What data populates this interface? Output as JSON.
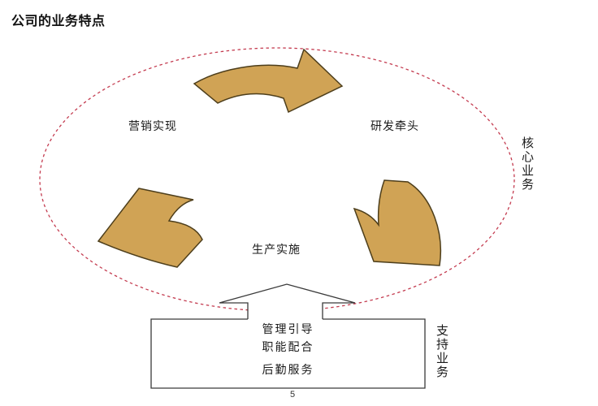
{
  "slide": {
    "title": "公司的业务特点",
    "page_number": "5"
  },
  "diagram": {
    "core_cycle": {
      "region_label": "核心业务",
      "nodes": [
        {
          "label": "营销实现"
        },
        {
          "label": "研发牵头"
        },
        {
          "label": "生产实施"
        }
      ],
      "cycle_direction": "clockwise"
    },
    "support_box": {
      "region_label": "支持业务",
      "items": [
        {
          "label": "管理引导"
        },
        {
          "label": "职能配合"
        },
        {
          "label": "后勤服务"
        }
      ]
    },
    "colors": {
      "arrow_fill": "#D0A355",
      "arrow_stroke": "#4D3E1B",
      "ellipse_dash": "#C43C50",
      "outline": "#3A3A3A",
      "text": "#1A1A1A"
    }
  }
}
